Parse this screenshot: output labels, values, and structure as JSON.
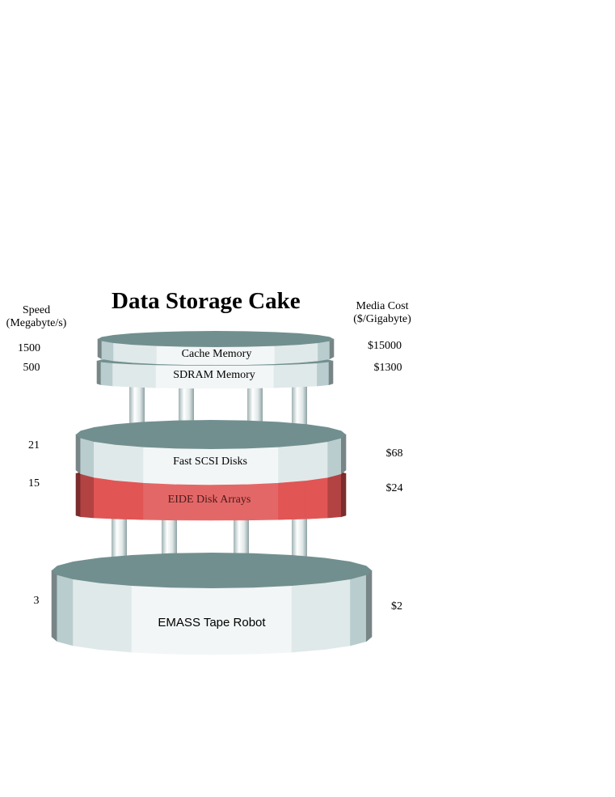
{
  "title": "Data Storage Cake",
  "speed_header": {
    "line1": "Speed",
    "line2": "(Megabyte/s)"
  },
  "cost_header": {
    "line1": "Media Cost",
    "line2": "($/Gigabyte)"
  },
  "tiers": [
    {
      "label": "Cache Memory",
      "speed": "1500",
      "cost": "$15000",
      "color": "#b9cdcf"
    },
    {
      "label": "SDRAM Memory",
      "speed": "500",
      "cost": "$1300",
      "color": "#b9cdcf"
    },
    {
      "label": "Fast SCSI Disks",
      "speed": "21",
      "cost": "$68",
      "color": "#b9cdcf"
    },
    {
      "label": "EIDE Disk Arrays",
      "speed": "15",
      "cost": "$24",
      "color": "#e05252"
    },
    {
      "label": "EMASS Tape Robot",
      "speed": "3",
      "cost": "$2",
      "color": "#b9cdcf"
    }
  ]
}
